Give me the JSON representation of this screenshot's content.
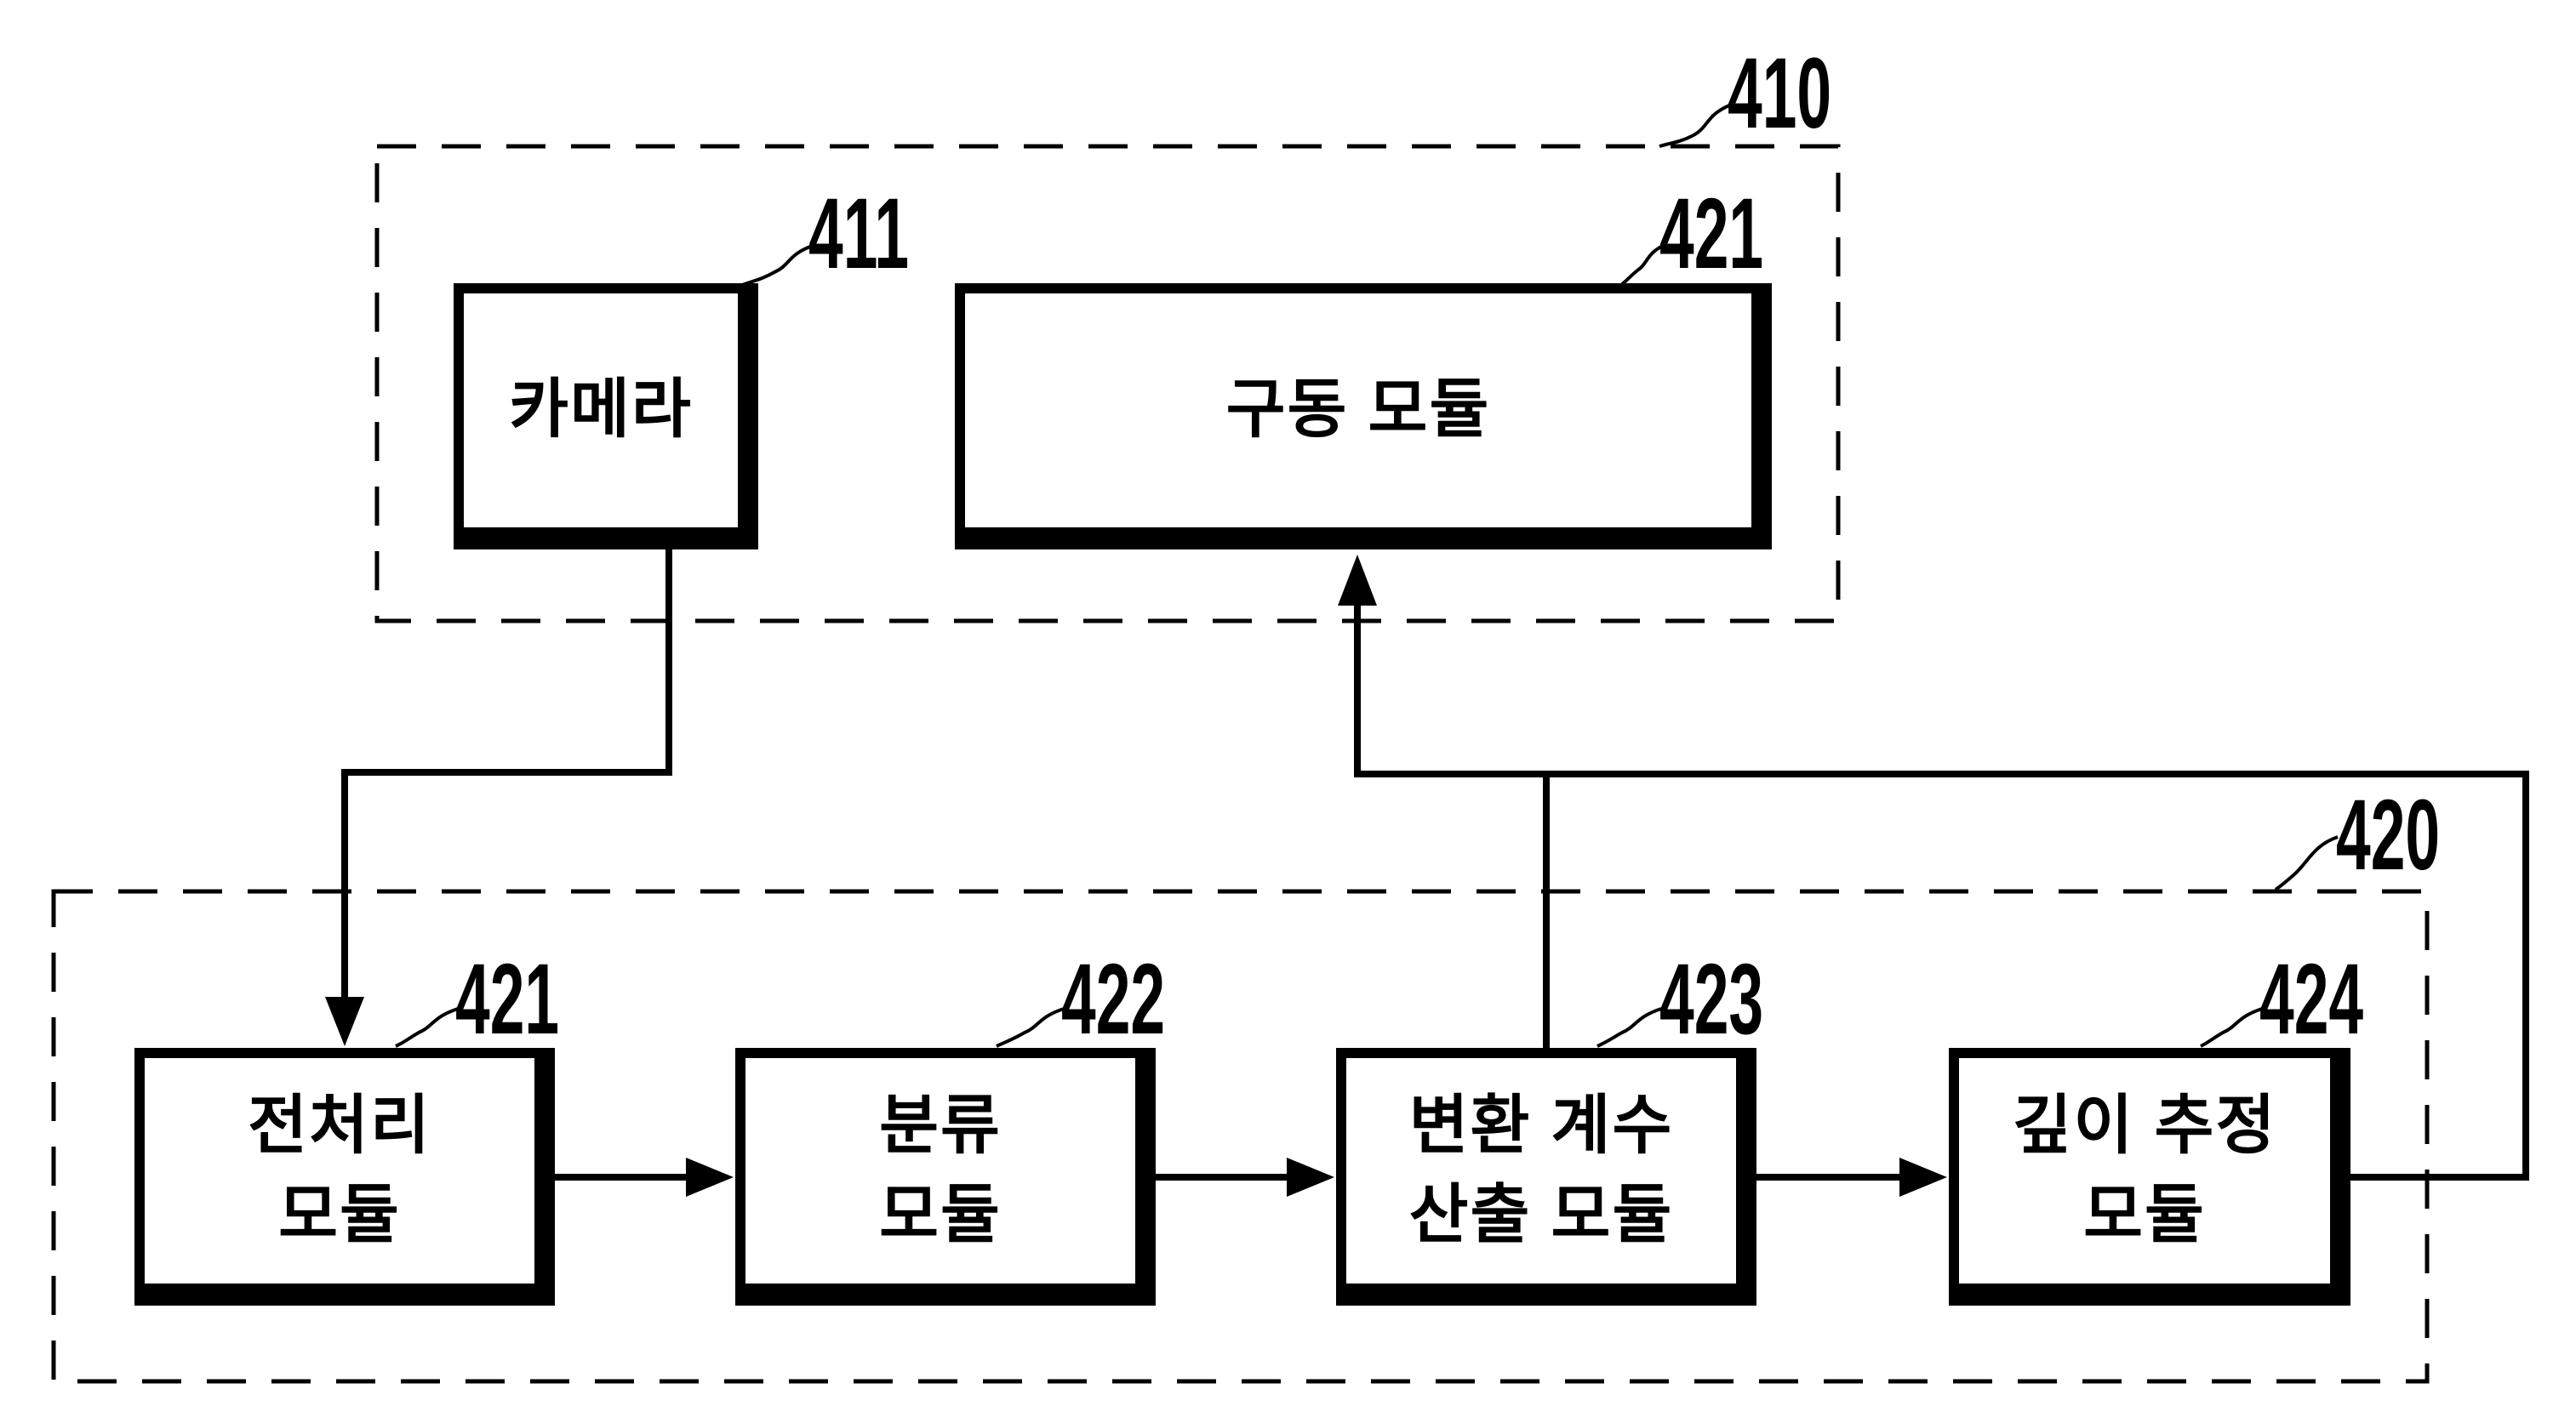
{
  "colors": {
    "ink": "#000000",
    "paper": "#ffffff"
  },
  "diagram": {
    "camera_unit": {
      "ref": "410",
      "camera": {
        "ref": "411",
        "label": "카메라"
      },
      "drive": {
        "ref": "421",
        "label": "구동 모듈"
      }
    },
    "processing_unit": {
      "ref": "420",
      "preprocess": {
        "ref": "421",
        "line1": "전처리",
        "line2": "모듈"
      },
      "classify": {
        "ref": "422",
        "line1": "분류",
        "line2": "모듈"
      },
      "transform_coeff": {
        "ref": "423",
        "line1": "변환 계수",
        "line2": "산출 모듈"
      },
      "depth": {
        "ref": "424",
        "line1": "깊이 추정",
        "line2": "모듈"
      }
    }
  }
}
